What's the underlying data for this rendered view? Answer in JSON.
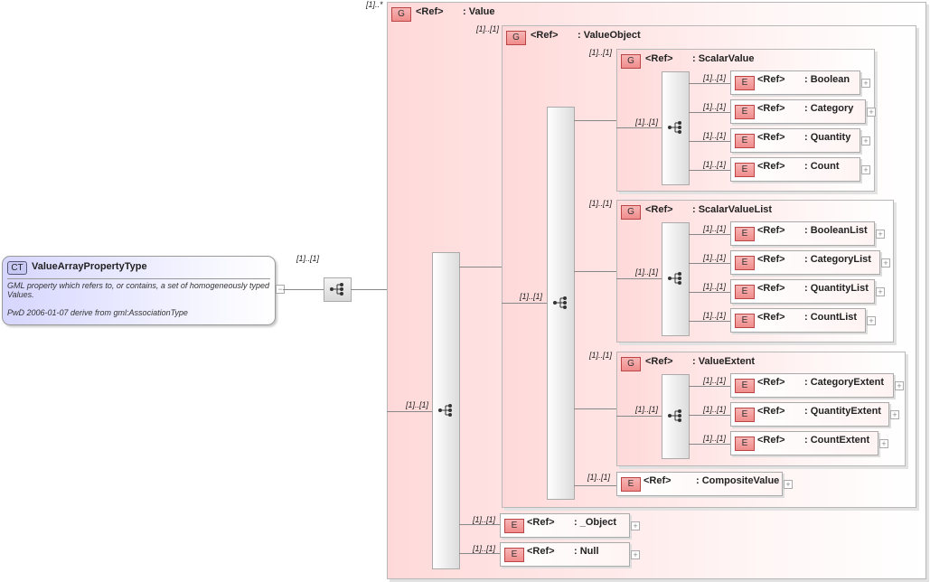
{
  "complex_type": {
    "badge": "CT",
    "name": "ValueArrayPropertyType",
    "doc_line1": "GML property which refers to, or contains, a set of homogeneously typed Values.",
    "doc_line2": "PwD 2006-01-07 derive from gml:AssociationType"
  },
  "ref_label": "<Ref>",
  "group_badge": "G",
  "element_badge": "E",
  "expand_glyph": "+",
  "collapse_glyph": "−",
  "compositor_icon": "sequence-icon",
  "occurrences": {
    "root_sequence": "[1]..[1]",
    "value_group": "[1]..*",
    "value_sequence": "[1]..[1]",
    "value_object_group": "[1]..[1]",
    "value_object_sequence": "[1]..[1]",
    "default": "[1]..[1]"
  },
  "groups": {
    "value": ": Value",
    "value_object": ": ValueObject",
    "scalar_value": ": ScalarValue",
    "scalar_value_list": ": ScalarValueList",
    "value_extent": ": ValueExtent"
  },
  "elements": {
    "boolean": ": Boolean",
    "category": ": Category",
    "quantity": ": Quantity",
    "count": ": Count",
    "boolean_list": ": BooleanList",
    "category_list": ": CategoryList",
    "quantity_list": ": QuantityList",
    "count_list": ": CountList",
    "category_extent": ": CategoryExtent",
    "quantity_extent": ": QuantityExtent",
    "count_extent": ": CountExtent",
    "composite_value": ": CompositeValue",
    "object": ": _Object",
    "null": ": Null"
  },
  "colors": {
    "group_fill": "#ffd9d9",
    "element_badge": "#f08c8c",
    "complex_type_fill": "#d6d6ff"
  }
}
